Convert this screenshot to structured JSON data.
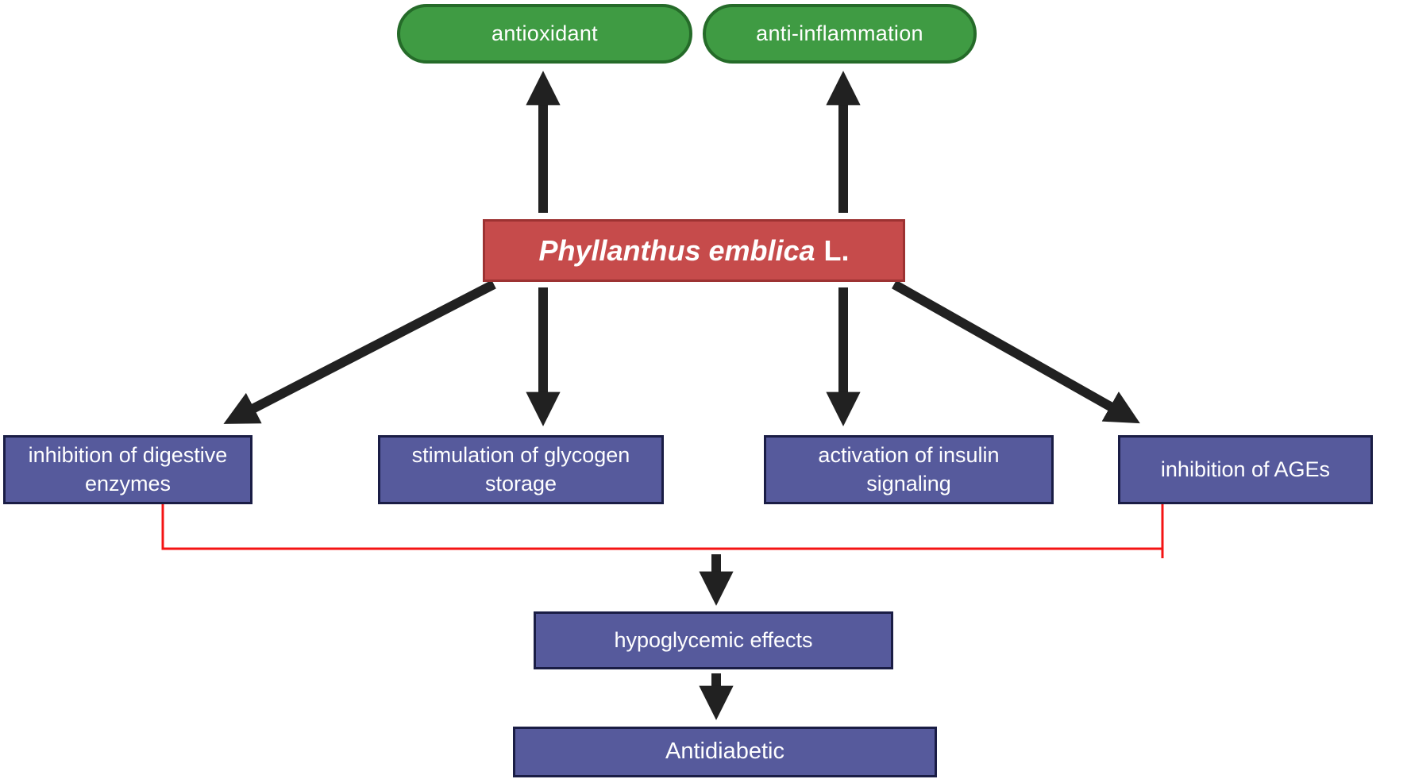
{
  "figure": {
    "type": "flow-diagram",
    "background": "#ffffff",
    "nodes": {
      "antioxidant": {
        "label": "antioxidant",
        "shape": "pill",
        "fill": "#3f9b43",
        "border": "#256b29",
        "text_color": "#ffffff"
      },
      "anti_inflammation": {
        "label": "anti-inflammation",
        "shape": "pill",
        "fill": "#3f9b43",
        "border": "#256b29",
        "text_color": "#ffffff"
      },
      "central": {
        "label_italic": "Phyllanthus emblica",
        "label_suffix": "L.",
        "shape": "rectangle",
        "fill": "#c64b4b",
        "border": "#9d3232",
        "text_color": "#ffffff"
      },
      "mech_1": {
        "label": "inhibition of digestive enzymes",
        "shape": "rectangle",
        "fill": "#565a9c",
        "border": "#1a1d45",
        "text_color": "#ffffff"
      },
      "mech_2": {
        "label": "stimulation of glycogen storage",
        "shape": "rectangle",
        "fill": "#565a9c",
        "border": "#1a1d45",
        "text_color": "#ffffff"
      },
      "mech_3": {
        "label": "activation of insulin signaling",
        "shape": "rectangle",
        "fill": "#565a9c",
        "border": "#1a1d45",
        "text_color": "#ffffff"
      },
      "mech_4": {
        "label": "inhibition of AGEs",
        "shape": "rectangle",
        "fill": "#565a9c",
        "border": "#1a1d45",
        "text_color": "#ffffff"
      },
      "hypoglycemic": {
        "label": "hypoglycemic effects",
        "shape": "rectangle",
        "fill": "#565a9c",
        "border": "#1a1d45",
        "text_color": "#ffffff"
      },
      "antidiabetic": {
        "label": "Antidiabetic",
        "shape": "rectangle",
        "fill": "#565a9c",
        "border": "#1a1d45",
        "text_color": "#ffffff"
      }
    },
    "edges": [
      {
        "from": "central",
        "to": "antioxidant",
        "style": "black-arrow-up"
      },
      {
        "from": "central",
        "to": "anti_inflammation",
        "style": "black-arrow-up"
      },
      {
        "from": "central",
        "to": "mech_1",
        "style": "black-arrow-diagonal"
      },
      {
        "from": "central",
        "to": "mech_2",
        "style": "black-arrow-down"
      },
      {
        "from": "central",
        "to": "mech_3",
        "style": "black-arrow-down"
      },
      {
        "from": "central",
        "to": "mech_4",
        "style": "black-arrow-diagonal"
      },
      {
        "from": "mech_1 + mech_2 + mech_3 + mech_4",
        "to": "hypoglycemic",
        "style": "red-bracket-then-black-arrow"
      },
      {
        "from": "hypoglycemic",
        "to": "antidiabetic",
        "style": "black-arrow-down"
      }
    ],
    "colors": {
      "arrow_black": "#212121",
      "bracket_red": "#f41414"
    }
  }
}
